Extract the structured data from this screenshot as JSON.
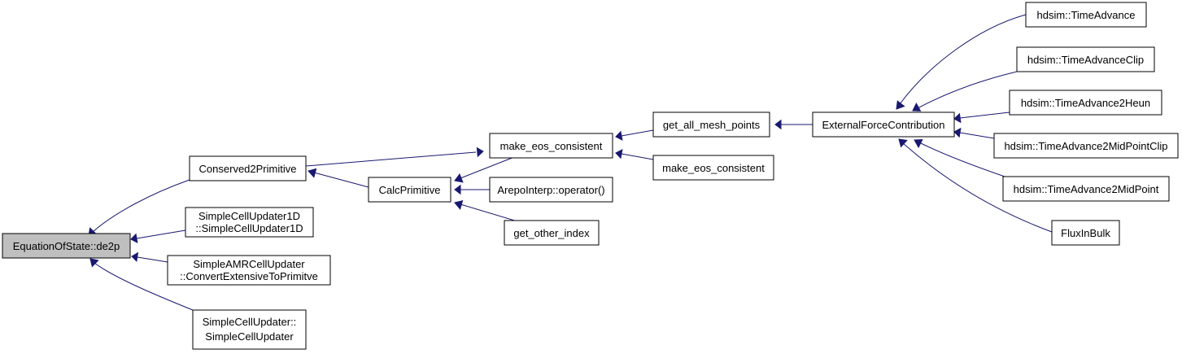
{
  "colors": {
    "edge": "#191970",
    "root_fill": "#bfbfbf",
    "node_fill": "#ffffff",
    "border": "#000000"
  },
  "nodes": [
    {
      "id": "de2p",
      "lines": [
        "EquationOfState::de2p"
      ]
    },
    {
      "id": "conserved2primitive",
      "lines": [
        "Conserved2Primitive"
      ]
    },
    {
      "id": "simplecellupdater1d",
      "lines": [
        "SimpleCellUpdater1D",
        "::SimpleCellUpdater1D"
      ]
    },
    {
      "id": "simpleamrcellupdater",
      "lines": [
        "SimpleAMRCellUpdater",
        "::ConvertExtensiveToPrimitve"
      ]
    },
    {
      "id": "simplecellupdater",
      "lines": [
        "SimpleCellUpdater::",
        "SimpleCellUpdater"
      ]
    },
    {
      "id": "calcprimitive",
      "lines": [
        "CalcPrimitive"
      ]
    },
    {
      "id": "make-eos-consistent-1",
      "lines": [
        "make_eos_consistent"
      ]
    },
    {
      "id": "arepointerp",
      "lines": [
        "ArepoInterp::operator()"
      ]
    },
    {
      "id": "get-other-index",
      "lines": [
        "get_other_index"
      ]
    },
    {
      "id": "get-all-mesh-points",
      "lines": [
        "get_all_mesh_points"
      ]
    },
    {
      "id": "make-eos-consistent-2",
      "lines": [
        "make_eos_consistent"
      ]
    },
    {
      "id": "externalforcecontribution",
      "lines": [
        "ExternalForceContribution"
      ]
    },
    {
      "id": "timeadvance",
      "lines": [
        "hdsim::TimeAdvance"
      ]
    },
    {
      "id": "timeadvanceclip",
      "lines": [
        "hdsim::TimeAdvanceClip"
      ]
    },
    {
      "id": "timeadvance2heun",
      "lines": [
        "hdsim::TimeAdvance2Heun"
      ]
    },
    {
      "id": "timeadvance2midpointclip",
      "lines": [
        "hdsim::TimeAdvance2MidPointClip"
      ]
    },
    {
      "id": "timeadvance2midpoint",
      "lines": [
        "hdsim::TimeAdvance2MidPoint"
      ]
    },
    {
      "id": "fluxinbulk",
      "lines": [
        "FluxInBulk"
      ]
    }
  ],
  "edges": [
    {
      "from": "conserved2primitive",
      "to": "de2p"
    },
    {
      "from": "simplecellupdater1d",
      "to": "de2p"
    },
    {
      "from": "simpleamrcellupdater",
      "to": "de2p"
    },
    {
      "from": "simplecellupdater",
      "to": "de2p"
    },
    {
      "from": "calcprimitive",
      "to": "conserved2primitive"
    },
    {
      "from": "conserved2primitive",
      "to": "make-eos-consistent-1"
    },
    {
      "from": "make-eos-consistent-1",
      "to": "calcprimitive"
    },
    {
      "from": "arepointerp",
      "to": "calcprimitive"
    },
    {
      "from": "get-other-index",
      "to": "calcprimitive"
    },
    {
      "from": "get-all-mesh-points",
      "to": "make-eos-consistent-1"
    },
    {
      "from": "make-eos-consistent-2",
      "to": "make-eos-consistent-1"
    },
    {
      "from": "externalforcecontribution",
      "to": "get-all-mesh-points"
    },
    {
      "from": "timeadvance",
      "to": "externalforcecontribution"
    },
    {
      "from": "timeadvanceclip",
      "to": "externalforcecontribution"
    },
    {
      "from": "timeadvance2heun",
      "to": "externalforcecontribution"
    },
    {
      "from": "timeadvance2midpointclip",
      "to": "externalforcecontribution"
    },
    {
      "from": "timeadvance2midpoint",
      "to": "externalforcecontribution"
    },
    {
      "from": "fluxinbulk",
      "to": "externalforcecontribution"
    }
  ]
}
